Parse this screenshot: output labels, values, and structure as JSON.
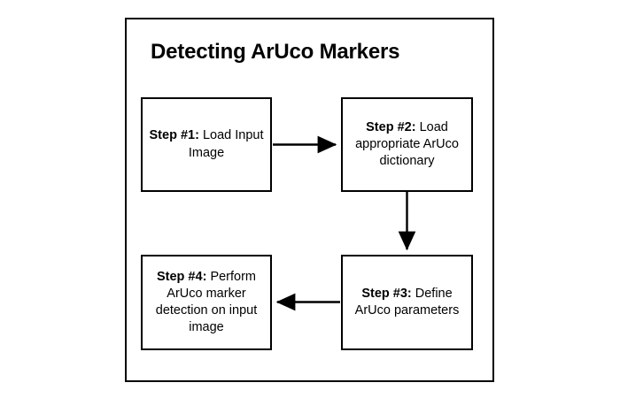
{
  "diagram": {
    "title": "Detecting ArUco Markers",
    "background_color": "#ffffff",
    "stroke_color": "#000000",
    "steps": [
      {
        "id": "step1",
        "label": "Step #1:",
        "text": "Load Input Image",
        "full_text": "Step #1: Load Input Image"
      },
      {
        "id": "step2",
        "label": "Step #2:",
        "text": "Load appropriate ArUco dictionary",
        "full_text": "Step #2: Load appropriate ArUco dictionary"
      },
      {
        "id": "step3",
        "label": "Step #3:",
        "text": "Define ArUco parameters",
        "full_text": "Step #3: Define ArUco parameters"
      },
      {
        "id": "step4",
        "label": "Step #4:",
        "text": "Perform ArUco marker detection on input image",
        "full_text": "Step #4: Perform ArUco marker detection on input image"
      }
    ],
    "connectors": [
      {
        "id": "arrow-step1-step2",
        "from": "step1",
        "to": "step2",
        "direction": "right"
      },
      {
        "id": "arrow-step2-step3",
        "from": "step2",
        "to": "step3",
        "direction": "down"
      },
      {
        "id": "arrow-step3-step4",
        "from": "step3",
        "to": "step4",
        "direction": "left"
      }
    ]
  }
}
